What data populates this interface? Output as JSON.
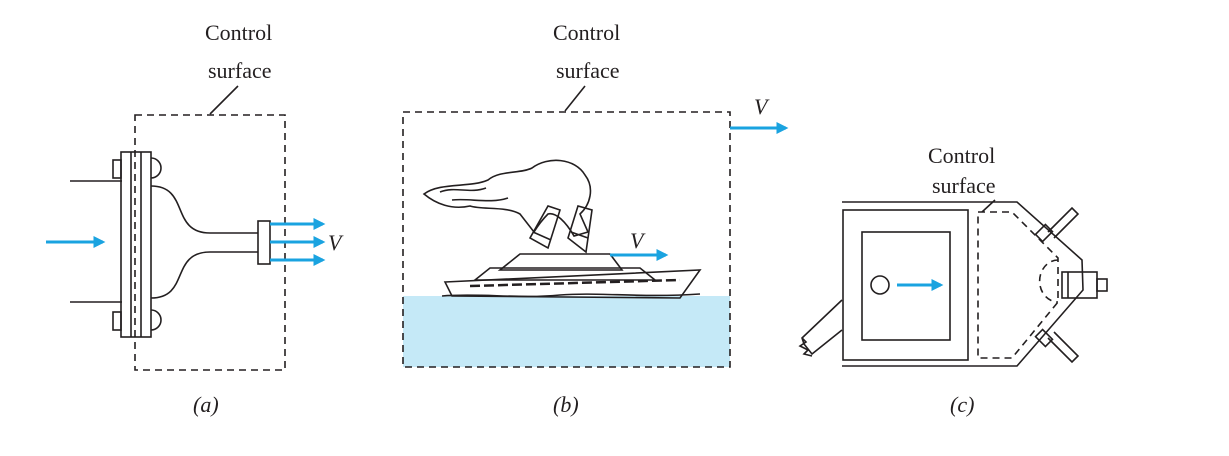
{
  "panel_a": {
    "control_label_line1": "Control",
    "control_label_line2": "surface",
    "velocity_label": "V",
    "caption": "(a)"
  },
  "panel_b": {
    "control_label_line1": "Control",
    "control_label_line2": "surface",
    "velocity_label_box": "V",
    "velocity_label_ship": "V",
    "caption": "(b)"
  },
  "panel_c": {
    "control_label_line1": "Control",
    "control_label_line2": "surface",
    "caption": "(c)"
  },
  "colors": {
    "arrow": "#1aa3e0",
    "water": "#c5e9f7",
    "tank_fill": "#c9ebf8",
    "line": "#231f20"
  }
}
